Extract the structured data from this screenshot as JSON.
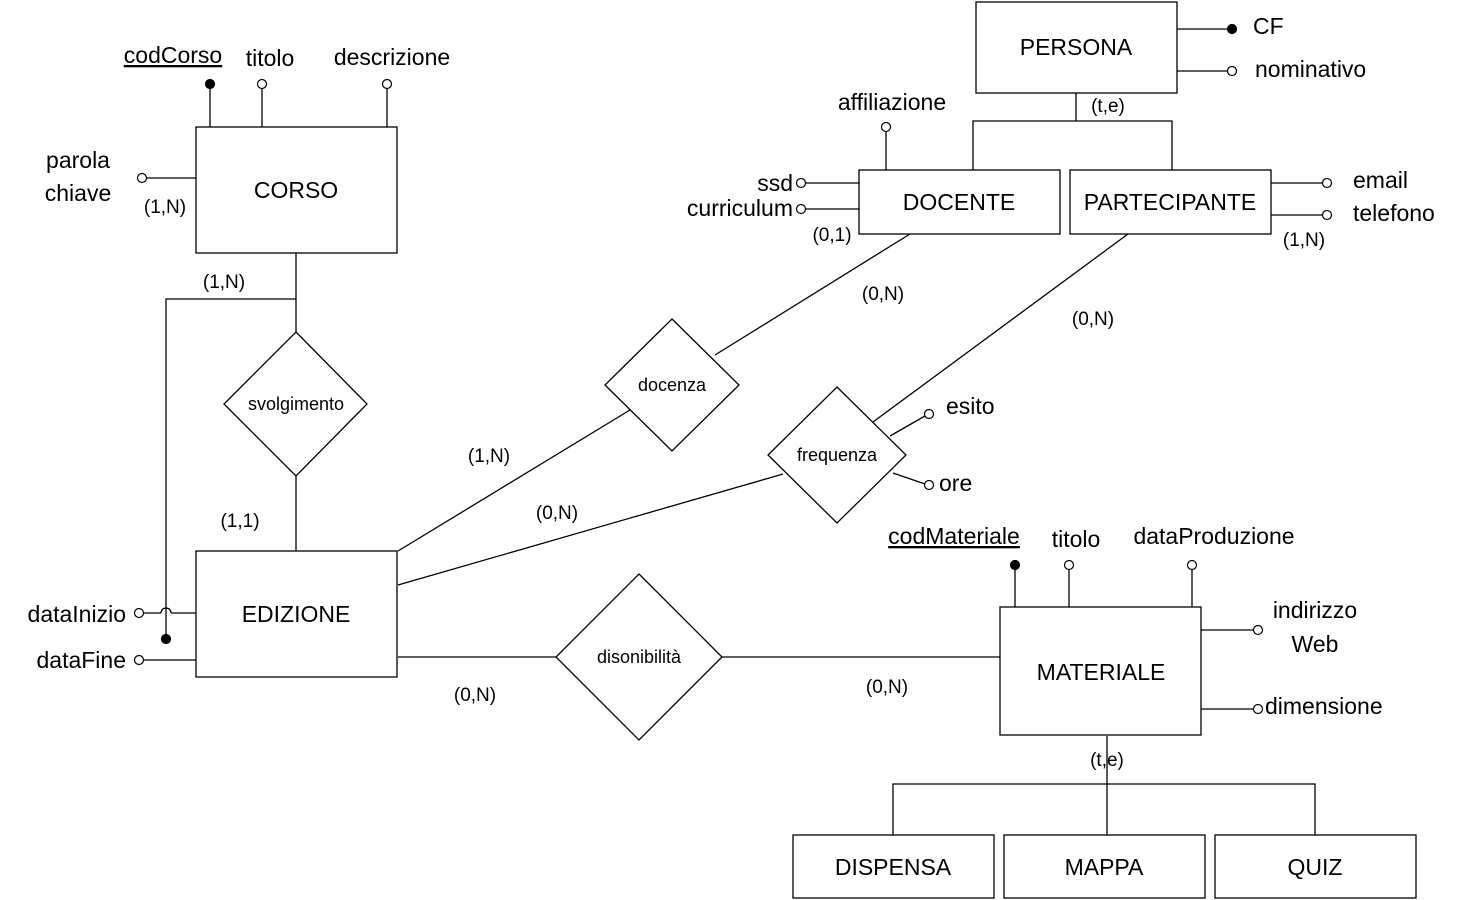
{
  "entities": {
    "corso": "CORSO",
    "edizione": "EDIZIONE",
    "persona": "PERSONA",
    "docente": "DOCENTE",
    "partecipante": "PARTECIPANTE",
    "materiale": "MATERIALE",
    "dispensa": "DISPENSA",
    "mappa": "MAPPA",
    "quiz": "QUIZ"
  },
  "relationships": {
    "svolgimento": "svolgimento",
    "docenza": "docenza",
    "frequenza": "frequenza",
    "disponibilita": "disonibilità"
  },
  "attributes": {
    "corso": {
      "cod": "codCorso",
      "titolo": "titolo",
      "descrizione": "descrizione",
      "parola": "parola",
      "chiave": "chiave"
    },
    "edizione": {
      "data_inizio": "dataInizio",
      "data_fine": "dataFine"
    },
    "persona": {
      "cf": "CF",
      "nominativo": "nominativo"
    },
    "docente": {
      "affiliazione": "affiliazione",
      "ssd": "ssd",
      "curriculum": "curriculum"
    },
    "partecipante": {
      "email": "email",
      "telefono": "telefono"
    },
    "frequenza": {
      "esito": "esito",
      "ore": "ore"
    },
    "materiale": {
      "cod": "codMateriale",
      "titolo": "titolo",
      "data_produzione": "dataProduzione",
      "indirizzo": "indirizzo",
      "web": "Web",
      "dimensione": "dimensione"
    }
  },
  "cardinalities": {
    "corso_parola_chiave": "(1,N)",
    "corso_svolgimento": "(1,N)",
    "edizione_svolgimento": "(1,1)",
    "edizione_docenza": "(1,N)",
    "edizione_frequenza": "(0,N)",
    "edizione_disponibilita": "(0,N)",
    "docente_curriculum": "(0,1)",
    "docente_docenza": "(0,N)",
    "partecipante_frequenza": "(0,N)",
    "partecipante_telefono": "(1,N)",
    "materiale_disponibilita": "(0,N)",
    "persona_generalization": "(t,e)",
    "materiale_generalization": "(t,e)"
  }
}
